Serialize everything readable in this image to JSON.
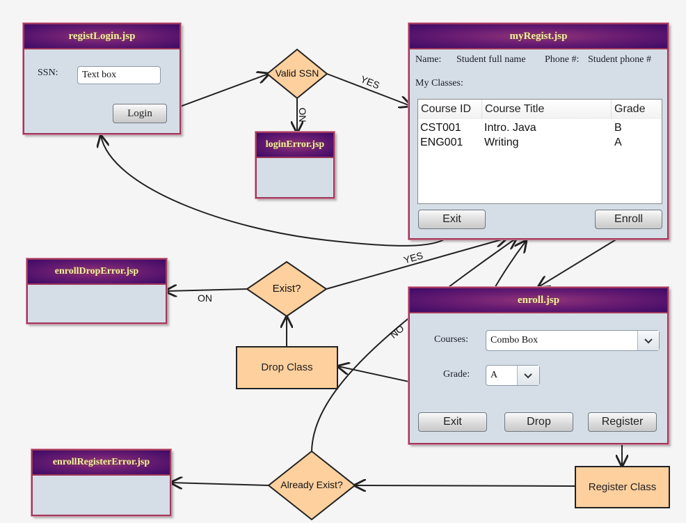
{
  "pages": {
    "registLogin": {
      "title": "registLogin.jsp",
      "ssn_label": "SSN:",
      "ssn_value": "Text box",
      "login_button": "Login"
    },
    "loginError": {
      "title": "loginError.jsp"
    },
    "myRegist": {
      "title": "myRegist.jsp",
      "name_label": "Name:",
      "name_value": "Student full name",
      "phone_label": "Phone #:",
      "phone_value": "Student phone #",
      "classes_label": "My Classes:",
      "table": {
        "headers": [
          "Course ID",
          "Course Title",
          "Grade"
        ],
        "rows": [
          [
            "CST001",
            "Intro. Java",
            "B"
          ],
          [
            "ENG001",
            "Writing",
            "A"
          ]
        ]
      },
      "exit_button": "Exit",
      "enroll_button": "Enroll"
    },
    "enroll": {
      "title": "enroll.jsp",
      "courses_label": "Courses:",
      "courses_value": "Combo Box",
      "grade_label": "Grade:",
      "grade_value": "A",
      "exit_button": "Exit",
      "drop_button": "Drop",
      "register_button": "Register"
    },
    "enrollDropError": {
      "title": "enrollDropError.jsp"
    },
    "enrollRegisterError": {
      "title": "enrollRegisterError.jsp"
    }
  },
  "decisions": {
    "valid_ssn": "Valid SSN",
    "exist": "Exist?",
    "already_exist": "Already Exist?"
  },
  "processes": {
    "drop_class": "Drop Class",
    "register_class": "Register Class"
  },
  "edge_labels": {
    "valid_yes": "YES",
    "valid_no": "NO",
    "exist_yes": "YES",
    "exist_no": "ON",
    "already_no": "NO"
  },
  "colors": {
    "background": "#f5f5f5",
    "panel_body": "#d5dee6",
    "panel_border": "#a0385a",
    "title_gradient_center": "#93357a",
    "title_gradient_edge": "#3d0a66",
    "title_text": "#f5ecb0",
    "process_fill": "#fdd09e"
  }
}
